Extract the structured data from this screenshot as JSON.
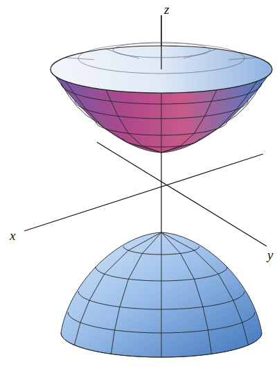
{
  "diagram": {
    "labels": [
      "z",
      "x",
      "y"
    ]
  }
}
